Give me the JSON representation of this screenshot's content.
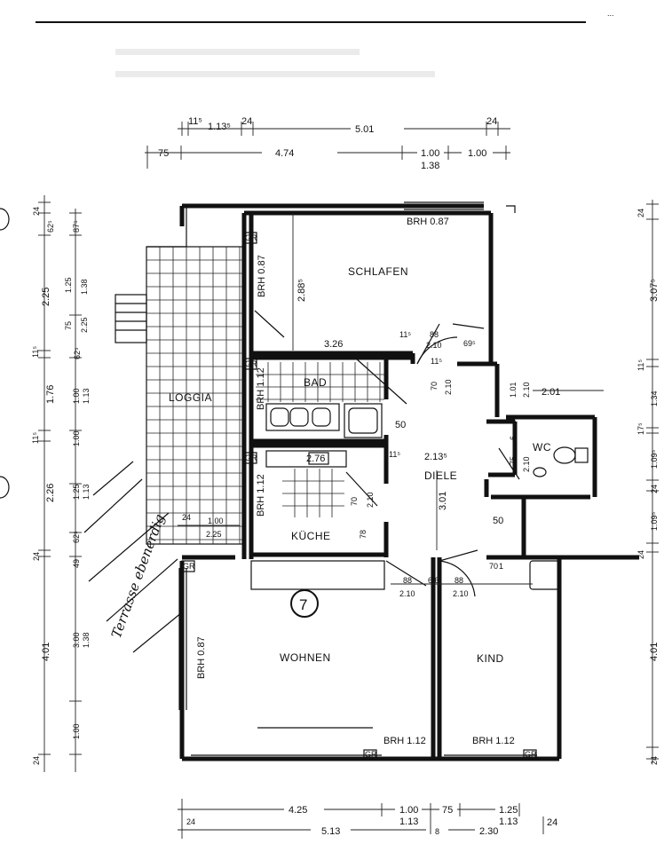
{
  "header": {
    "corner_mark": "..."
  },
  "unit": {
    "number": "7"
  },
  "rooms": {
    "schlafen": "SCHLAFEN",
    "bad": "BAD",
    "loggia": "LOGGIA",
    "kueche": "KÜCHE",
    "diele": "DIELE",
    "wc": "WC",
    "wohnen": "WOHNEN",
    "kind": "KIND"
  },
  "annotations": {
    "handwritten": "Terrasse ebenerdig",
    "gr": "GR",
    "brh_087_top": "BRH 0.87",
    "brh_087_schlafen": "BRH 0.87",
    "brh_112_bad": "BRH 1.12",
    "brh_112_kueche": "BRH 1.12",
    "brh_087_wohnen": "BRH 0.87",
    "brh_112_wohnen": "BRH 1.12",
    "brh_112_kind": "BRH 1.12"
  },
  "dims_top": {
    "a": "11⁵",
    "b": "1.13⁵",
    "c": "24",
    "d": "5.01",
    "e": "24",
    "f": "75",
    "g": "4.74",
    "h": "1.00",
    "i": "1.38",
    "j": "1.00"
  },
  "dims_left": {
    "a": "24",
    "b": "62⁵",
    "c": "87⁵",
    "d": "2.25",
    "e": "1.25",
    "f": "1.38",
    "g": "75",
    "h": "2.25",
    "i": "11⁵",
    "j": "62⁵",
    "k": "1.76",
    "l": "1.00",
    "m": "1.13",
    "n": "11⁵",
    "o": "1.00",
    "p": "2.26",
    "q": "1.25",
    "r": "1.13",
    "s": "62⁵",
    "t": "24",
    "u": "49",
    "v": "4.01",
    "w": "3.00",
    "x": "1.38",
    "y": "1.00",
    "z": "24"
  },
  "dims_right": {
    "a": "24",
    "b": "3.07⁵",
    "c": "11⁵",
    "d": "1.34",
    "e": "17⁵",
    "f": "1.09⁵",
    "g": "24",
    "h": "1.09⁵",
    "i": "24",
    "j": "4.01",
    "k": "24"
  },
  "dims_bottom": {
    "a": "4.25",
    "b": "1.00",
    "c": "75",
    "d": "1.25",
    "e": "1.13",
    "f": "1.13",
    "g": "24",
    "h": "5.13",
    "i": "8",
    "j": "2.30",
    "k": "24"
  },
  "dims_inner": {
    "schlafen_h": "2.88⁵",
    "bad_w": "3.26",
    "door1": "11⁵",
    "door1b": "88",
    "door1c": "2.10",
    "door2": "69⁵",
    "door3": "70",
    "door3b": "2.10",
    "door4": "1.01",
    "door4b": "2.10",
    "wc_w": "2.01",
    "wc_d": "75",
    "wc_e": "2.10",
    "wc_f": "12",
    "wc_g": "6",
    "bad_50": "50",
    "kue_w": "2.76",
    "kue_115": "11⁵",
    "diele_213": "2.13⁵",
    "diele_301": "3.01",
    "kue_70": "70",
    "kue_210": "2.10",
    "kue_78": "78",
    "loggia_24": "24",
    "loggia_100": "1.00",
    "loggia_225": "2.25",
    "d88a": "88",
    "d210a": "2.10",
    "d66": "6.6",
    "d88b": "88",
    "d210b": "2.10",
    "d50": "50",
    "d70": "70",
    "d1": "1",
    "d115": "11⁵"
  }
}
